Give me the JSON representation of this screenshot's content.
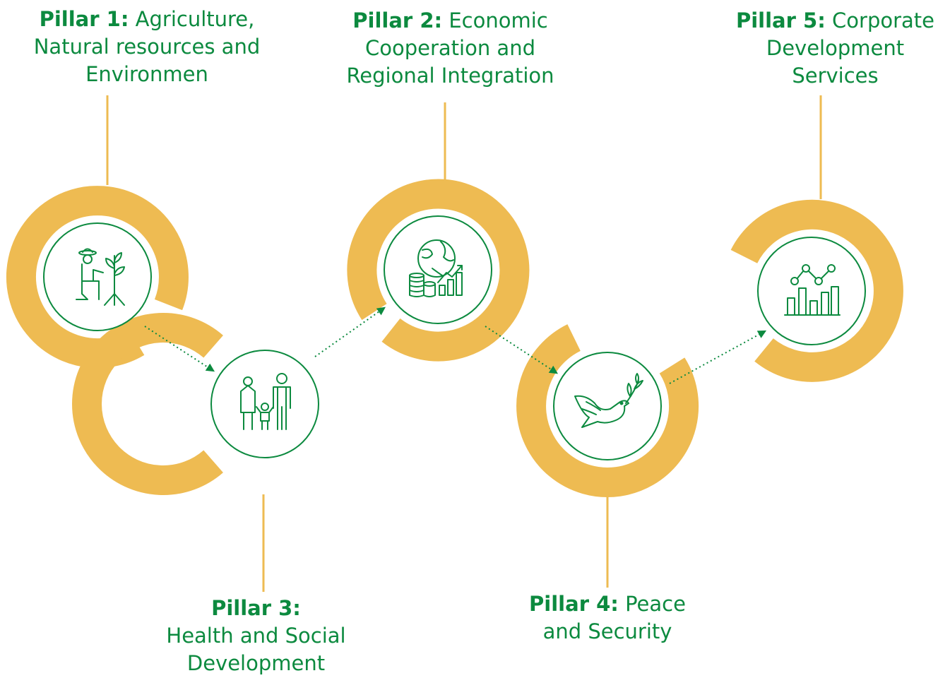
{
  "pillars": [
    {
      "id": "p1",
      "bold": "Pillar 1:",
      "text": "Agriculture, Natural resources and Environmen",
      "icon": "farmer-planting-icon"
    },
    {
      "id": "p2",
      "bold": "Pillar 2:",
      "text": "Economic Cooperation and Regional Integration",
      "icon": "globe-coins-growth-icon"
    },
    {
      "id": "p3",
      "bold": "Pillar 3:",
      "text": "Health and Social Development",
      "icon": "family-icon"
    },
    {
      "id": "p4",
      "bold": "Pillar 4:",
      "text": "Peace and Security",
      "icon": "dove-olive-branch-icon"
    },
    {
      "id": "p5",
      "bold": "Pillar 5:",
      "text": "Corporate Development Services",
      "icon": "bar-line-chart-icon"
    }
  ],
  "colors": {
    "ring": "#eebb52",
    "green": "#0c8a3f",
    "connector": "#eebb52",
    "arrow": "#0c8a3f"
  }
}
